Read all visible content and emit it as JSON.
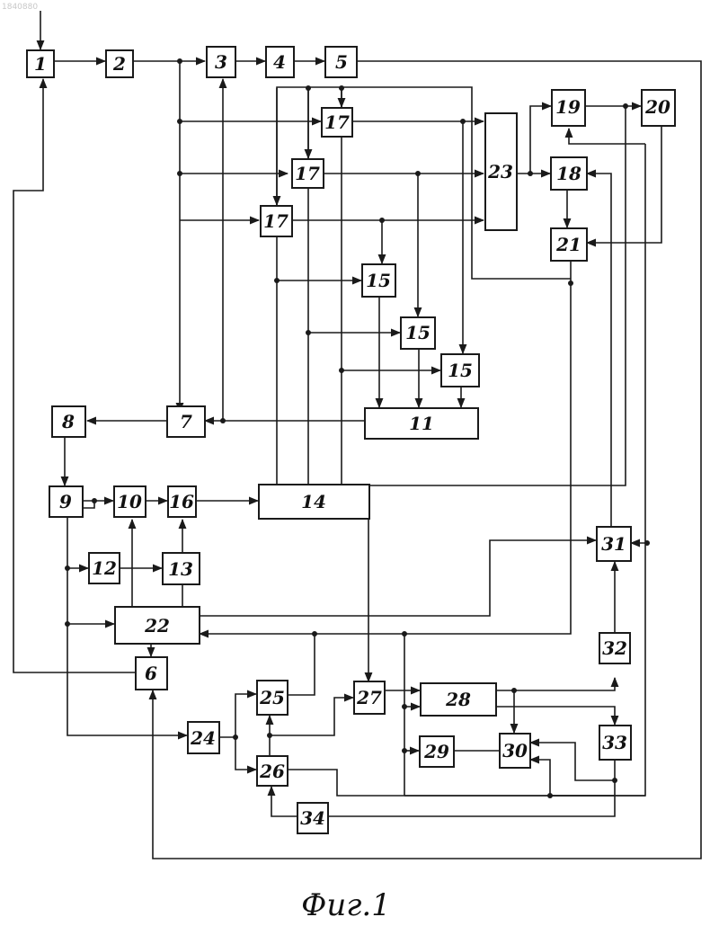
{
  "doc_ref": "1840880",
  "caption": "Фиг.1",
  "blocks": {
    "b1": "1",
    "b2": "2",
    "b3": "3",
    "b4": "4",
    "b5": "5",
    "b6": "6",
    "b7": "7",
    "b8": "8",
    "b9": "9",
    "b10": "10",
    "b11": "11",
    "b12": "12",
    "b13": "13",
    "b14": "14",
    "b15a": "15",
    "b15b": "15",
    "b15c": "15",
    "b16": "16",
    "b17a": "17",
    "b17b": "17",
    "b17c": "17",
    "b18": "18",
    "b19": "19",
    "b20": "20",
    "b21": "21",
    "b22": "22",
    "b23": "23",
    "b24": "24",
    "b25": "25",
    "b26": "26",
    "b27": "27",
    "b28": "28",
    "b29": "29",
    "b30": "30",
    "b31": "31",
    "b32": "32",
    "b33": "33",
    "b34": "34"
  }
}
